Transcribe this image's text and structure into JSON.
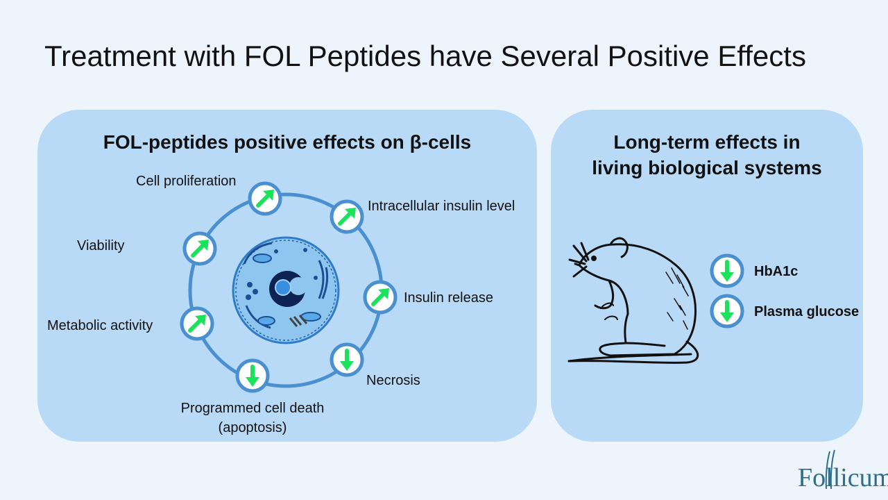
{
  "slide": {
    "title": "Treatment with FOL Peptides have Several Positive Effects"
  },
  "left_panel": {
    "heading": "FOL-peptides positive effects on β-cells",
    "effects": [
      {
        "label": "Cell proliferation",
        "direction": "up"
      },
      {
        "label": "Intracellular insulin level",
        "direction": "up"
      },
      {
        "label": "Viability",
        "direction": "up"
      },
      {
        "label": "Insulin release",
        "direction": "up"
      },
      {
        "label": "Metabolic activity",
        "direction": "up"
      },
      {
        "label": "Necrosis",
        "direction": "down"
      },
      {
        "label": "Programmed cell death",
        "direction": "down"
      },
      {
        "label": "(apoptosis)",
        "direction": "down"
      }
    ]
  },
  "right_panel": {
    "heading_line1": "Long-term effects in",
    "heading_line2": "living biological systems",
    "effects": [
      {
        "label": "HbA1c",
        "direction": "down"
      },
      {
        "label": "Plasma glucose",
        "direction": "down"
      }
    ]
  },
  "logo": {
    "text": "Follicum"
  },
  "colors": {
    "panel": "#b9daf7",
    "ring": "#4a90d0",
    "arrow_green": "#19e35a",
    "logo": "#2d6e8a"
  }
}
